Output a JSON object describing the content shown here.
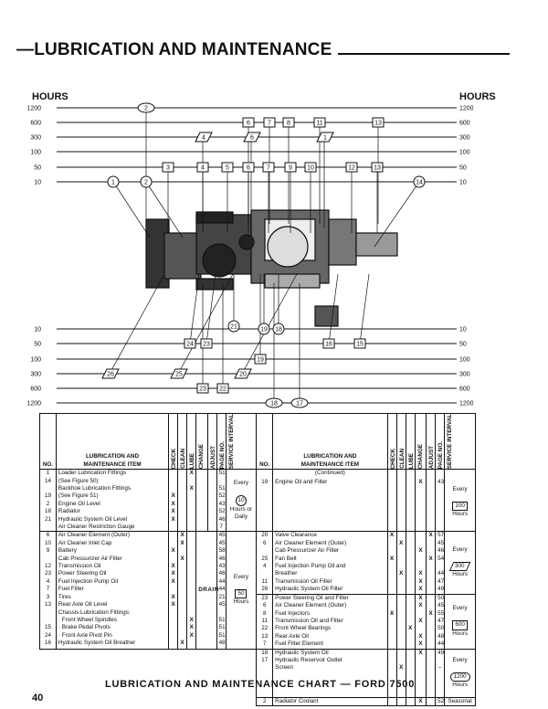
{
  "header": {
    "title": "—LUBRICATION AND MAINTENANCE"
  },
  "diagram": {
    "hours_label_left": "HOURS",
    "hours_label_right": "HOURS",
    "hour_rows": [
      "1200",
      "600",
      "300",
      "100",
      "50",
      "10"
    ],
    "top_markers": {
      "r1200": [
        "2"
      ],
      "r600": [
        "6",
        "7",
        "8",
        "11",
        "13"
      ],
      "r300": [
        "4",
        "6",
        "1"
      ],
      "r50": [
        "3",
        "4",
        "5",
        "6",
        "7",
        "9",
        "10",
        "12",
        "13"
      ],
      "r10": [
        "1",
        "2",
        "14"
      ]
    },
    "bottom_markers": {
      "r10": [
        "21",
        "19",
        "18"
      ],
      "r50": [
        "24",
        "23",
        "16",
        "15"
      ],
      "r100": [
        "19"
      ],
      "r300": [
        "26",
        "25",
        "20"
      ],
      "r600": [
        "23",
        "22"
      ],
      "r1200": [
        "18",
        "17"
      ]
    }
  },
  "table": {
    "headers": {
      "no": "NO.",
      "item": "LUBRICATION AND\nMAINTENANCE ITEM",
      "check": "CHECK",
      "clean": "CLEAN",
      "lube": "LUBE",
      "change": "CHANGE",
      "adjust": "ADJUST",
      "page": "PAGE NO.",
      "interval": "SERVICE INTERVAL"
    },
    "left": {
      "g1": {
        "nos": "1\n14\n\n19\n2\n18\n21",
        "items": "Loader Lubrication Fittings\n   (See Figure 50)\nBackhoe Lubrication Fittings\n   (See Figure 51)\nEngine Oil Level\nRadiator\nHydraulic System Oil Level\nAir Cleaner Restriction Gauge",
        "check": "\n\n\nX\nX\nX\nX",
        "lube": "X\n\nX",
        "pages": "51\n\n51\n52\n43\n52\n46\n7",
        "interval_a": "Every",
        "interval_b": "10",
        "interval_c": "Hours or\nDaily"
      },
      "g2": {
        "nos": "6\n10\n9\n\n12\n23\n4\n7\n3\n13\n\n\n15\n24\n16",
        "items": "Air Cleaner Element (Outer)\nAir Cleaner Inlet Cap\nBattery\nCab Pressurizer Air Filter\nTransmission Oil\nPower Steering Oil\nFuel Injection Pump Oil\nFuel Filter\nTires\nRear Axle Oil Level\nChassis Lubrication Fittings:\n   · Front Wheel Spindles\n   · Brake Pedal Pivots\n   · Front Axle Pivot Pin\nHydraulic System Oil Breather",
        "check": "\n\nX\n\nX\nX\nX\n\nX\nX",
        "clean": "X\nX\n\nX\n\n\n\n\n\n\n\n\n\n\nX",
        "lube": "\n\n\n\n\n\n\n\n\n\n\nX\nX\nX",
        "drain": "DRAIN",
        "pages": "45\n45\n58\n46\n43\n46\n44\n44\n21\n45\n\n51\n51\n51\n48",
        "interval_a": "Every",
        "interval_b": "50",
        "interval_c": "Hours"
      }
    },
    "right": {
      "cont": "(Continued)",
      "g1": {
        "nos": "19",
        "items": "Engine Oil and Filter",
        "change": "X",
        "pages": "43",
        "interval_a": "Every",
        "interval_b": "100",
        "interval_c": "Hours"
      },
      "g2": {
        "nos": "20\n6\n\n25\n4\n\n11\n26",
        "items": "Valve Clearance\nAir Cleaner Element (Outer)\nCab Pressurizer Air Filter\nFan Belt\nFuel Injection Pump Oil and\n   Breather\nTransmission Oil Filter\nHydraulic System Oil Filter",
        "check": "X\n\n\nX",
        "clean": "\nX\n\n\n\nX",
        "change": "\n\nX\n\n\nX\nX\nX",
        "adjust": "X\n\n\nX",
        "pages": "57\n45\n46\n54\n\n44\n47\n49",
        "interval_a": "Every",
        "interval_b": "300",
        "interval_c": "Hours"
      },
      "g3": {
        "nos": "23\n6\n8\n11\n22\n13\n7",
        "items": "Power Steering Oil and Filter\nAir Cleaner Element (Outer)\nFuel Injectors\nTransmission Oil and Filter\nFront Wheel Bearings\nRear Axle Oil\nFuel Filter Element",
        "check": "\n\nX",
        "lube": "\n\n\n\nX",
        "change": "X\nX\n\nX\n\nX\nX",
        "adjust": "\n\nX",
        "pages": "50\n45\n55\n47\n50\n48\n44",
        "interval_a": "Every",
        "interval_b": "600",
        "interval_c": "Hours"
      },
      "g4": {
        "nos": "18\n17",
        "items": "Hydraulic System Oil\nHydraulic Reservoir Outlet\n   Screen",
        "clean": "\n\nX",
        "change": "X",
        "pages": "49\n\n–",
        "interval_a": "Every",
        "interval_b": "1200",
        "interval_c": "Hours"
      },
      "g5": {
        "nos": "2",
        "items": "Radiator Coolant",
        "change": "X",
        "pages": "52",
        "interval": "Seasonal"
      }
    }
  },
  "caption": "LUBRICATION AND MAINTENANCE CHART — FORD 7500",
  "page_number": "40"
}
